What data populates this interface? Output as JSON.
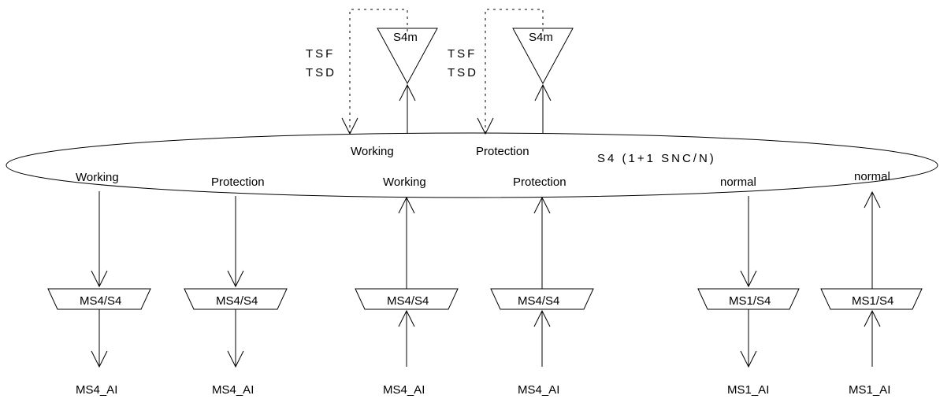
{
  "ring_label": "S4 (1+1 SNC/N)",
  "top": [
    {
      "signal_line1": "TSF",
      "signal_line2": "TSD",
      "function_label": "S4m",
      "ring_port_label": "Working"
    },
    {
      "signal_line1": "TSF",
      "signal_line2": "TSD",
      "function_label": "S4m",
      "ring_port_label": "Protection"
    }
  ],
  "bottom": [
    {
      "ring_port_label": "Working",
      "adaptation_label": "MS4/S4",
      "access_point_label": "MS4_AI",
      "direction": "down"
    },
    {
      "ring_port_label": "Protection",
      "adaptation_label": "MS4/S4",
      "access_point_label": "MS4_AI",
      "direction": "down"
    },
    {
      "ring_port_label": "Working",
      "adaptation_label": "MS4/S4",
      "access_point_label": "MS4_AI",
      "direction": "up"
    },
    {
      "ring_port_label": "Protection",
      "adaptation_label": "MS4/S4",
      "access_point_label": "MS4_AI",
      "direction": "up"
    },
    {
      "ring_port_label": "normal",
      "adaptation_label": "MS1/S4",
      "access_point_label": "MS1_AI",
      "direction": "down"
    },
    {
      "ring_port_label": "normal",
      "adaptation_label": "MS1/S4",
      "access_point_label": "MS1_AI",
      "direction": "up"
    }
  ]
}
